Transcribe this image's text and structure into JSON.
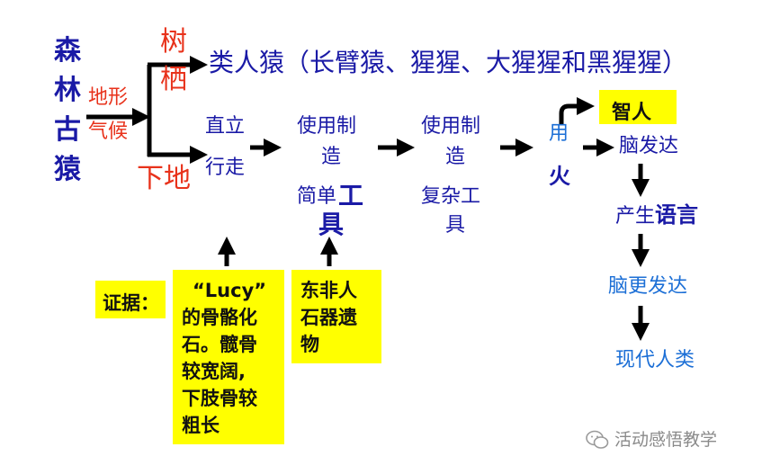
{
  "ancestor": [
    "森",
    "林",
    "古",
    "猿"
  ],
  "factor": [
    "地形",
    "气候"
  ],
  "branch_up": [
    "树",
    "栖"
  ],
  "branch_down": "下地",
  "apes": "类人猿（长臂猿、猩猩、大猩猩和黑猩猩）",
  "chain": {
    "upright": [
      "直立",
      "行走"
    ],
    "tool_use_1": [
      "使用制",
      "造"
    ],
    "tool_use_2": [
      "使用制",
      "造"
    ],
    "simple_tools": [
      "简单",
      "工",
      "具"
    ],
    "complex_tools": [
      "复杂工",
      "具"
    ],
    "fire": [
      "用",
      "火"
    ]
  },
  "result_chain": {
    "sapiens": "智人",
    "brain": "脑发达",
    "language_prefix": "产生",
    "language": "语言",
    "brain_more": "脑更发达",
    "modern": "现代人类"
  },
  "evidence": {
    "label": "证据：",
    "lucy": [
      "“Lucy”",
      "的骨骼化",
      "石。髋骨",
      "较宽阔,",
      "下肢骨较",
      "粗长"
    ],
    "africa": [
      "东非人",
      "石器遗",
      "物"
    ]
  },
  "watermark": "活动感悟教学",
  "colors": {
    "navy": "#1a1aa6",
    "red": "#e8321b",
    "blue": "#1c6fd6",
    "highlight": "#ffff00"
  }
}
